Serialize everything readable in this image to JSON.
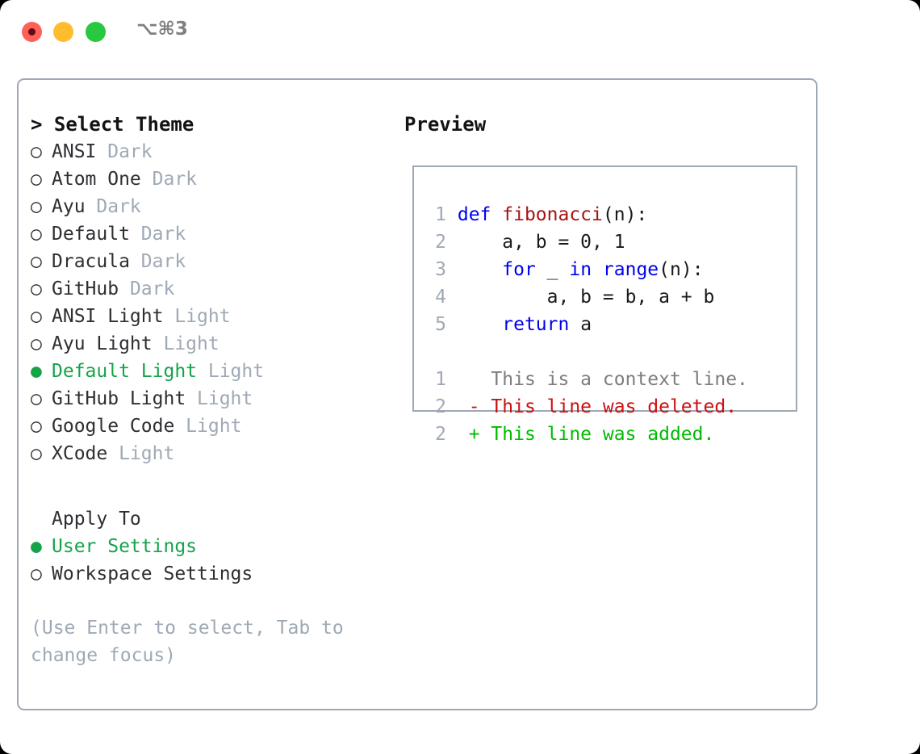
{
  "titlebar": {
    "shortcut": "⌥⌘3",
    "lights": [
      "close-red",
      "minimize-amber",
      "maximize-green"
    ]
  },
  "theme_picker": {
    "header": "> Select Theme",
    "items": [
      {
        "marker": "○",
        "name": "ANSI",
        "kind": "Dark",
        "selected": false
      },
      {
        "marker": "○",
        "name": "Atom One",
        "kind": "Dark",
        "selected": false
      },
      {
        "marker": "○",
        "name": "Ayu",
        "kind": "Dark",
        "selected": false
      },
      {
        "marker": "○",
        "name": "Default",
        "kind": "Dark",
        "selected": false
      },
      {
        "marker": "○",
        "name": "Dracula",
        "kind": "Dark",
        "selected": false
      },
      {
        "marker": "○",
        "name": "GitHub",
        "kind": "Dark",
        "selected": false
      },
      {
        "marker": "○",
        "name": "ANSI Light",
        "kind": "Light",
        "selected": false
      },
      {
        "marker": "○",
        "name": "Ayu Light",
        "kind": "Light",
        "selected": false
      },
      {
        "marker": "●",
        "name": "Default Light",
        "kind": "Light",
        "selected": true
      },
      {
        "marker": "○",
        "name": "GitHub Light",
        "kind": "Light",
        "selected": false
      },
      {
        "marker": "○",
        "name": "Google Code",
        "kind": "Light",
        "selected": false
      },
      {
        "marker": "○",
        "name": "XCode",
        "kind": "Light",
        "selected": false
      }
    ]
  },
  "apply_to": {
    "header": "Apply To",
    "items": [
      {
        "marker": "●",
        "name": "User Settings",
        "selected": true
      },
      {
        "marker": "○",
        "name": "Workspace Settings",
        "selected": false
      }
    ]
  },
  "hint": "(Use Enter to select, Tab to change focus)",
  "preview": {
    "title": "Preview",
    "code_lines": [
      {
        "no": "1",
        "tokens": [
          {
            "t": "def ",
            "c": "kw"
          },
          {
            "t": "fibonacci",
            "c": "fn"
          },
          {
            "t": "(n):",
            "c": "plain"
          }
        ]
      },
      {
        "no": "2",
        "tokens": [
          {
            "t": "    a, b = 0, 1",
            "c": "plain"
          }
        ]
      },
      {
        "no": "3",
        "tokens": [
          {
            "t": "    ",
            "c": "plain"
          },
          {
            "t": "for",
            "c": "kw"
          },
          {
            "t": " _ ",
            "c": "plain"
          },
          {
            "t": "in",
            "c": "kw"
          },
          {
            "t": " ",
            "c": "plain"
          },
          {
            "t": "range",
            "c": "kw"
          },
          {
            "t": "(n):",
            "c": "plain"
          }
        ]
      },
      {
        "no": "4",
        "tokens": [
          {
            "t": "        a, b = b, a + b",
            "c": "plain"
          }
        ]
      },
      {
        "no": "5",
        "tokens": [
          {
            "t": "    ",
            "c": "plain"
          },
          {
            "t": "return",
            "c": "kw"
          },
          {
            "t": " a",
            "c": "plain"
          }
        ]
      }
    ],
    "diff_lines": [
      {
        "no": "1",
        "sign": " ",
        "text": " This is a context line.",
        "kind": "diff-context"
      },
      {
        "no": "2",
        "sign": "-",
        "text": " This line was deleted.",
        "kind": "diff-del"
      },
      {
        "no": "2",
        "sign": "+",
        "text": " This line was added.",
        "kind": "diff-add"
      }
    ]
  },
  "colors": {
    "selected_green": "#16a34a",
    "muted_grey": "#9fa9b5",
    "keyword_blue": "#0000ee",
    "function_red": "#a81414",
    "diff_added": "#00bb00",
    "diff_deleted": "#cc1111",
    "light_red": "#ff6058",
    "light_amber": "#ffbd2e",
    "light_green": "#28c840"
  }
}
